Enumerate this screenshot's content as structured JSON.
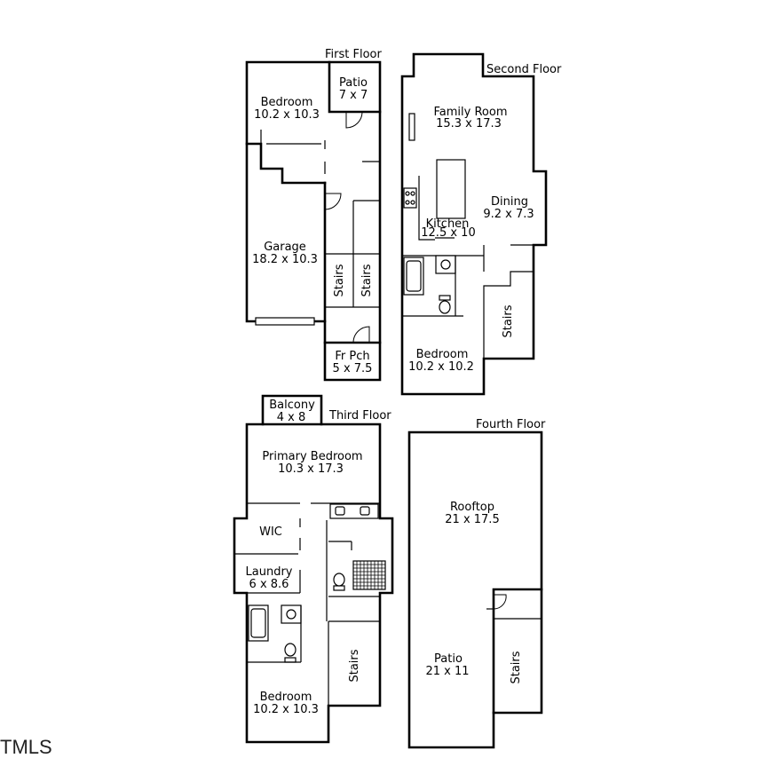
{
  "floors": {
    "first": "First Floor",
    "second": "Second Floor",
    "third": "Third Floor",
    "fourth": "Fourth Floor"
  },
  "rooms": {
    "f1_bedroom": {
      "name": "Bedroom",
      "size": "10.2 x 10.3"
    },
    "f1_patio": {
      "name": "Patio",
      "size": "7 x 7"
    },
    "f1_garage": {
      "name": "Garage",
      "size": "18.2 x 10.3"
    },
    "f1_stairs_a": "Stairs",
    "f1_stairs_b": "Stairs",
    "f1_porch": {
      "name": "Fr Pch",
      "size": "5 x 7.5"
    },
    "f2_family": {
      "name": "Family Room",
      "size": "15.3 x 17.3"
    },
    "f2_dining": {
      "name": "Dining",
      "size": "9.2 x 7.3"
    },
    "f2_kitchen": {
      "name": "Kitchen",
      "size": "12.5 x 10"
    },
    "f2_stairs": "Stairs",
    "f2_bedroom": {
      "name": "Bedroom",
      "size": "10.2 x 10.2"
    },
    "f3_balcony": {
      "name": "Balcony",
      "size": "4 x 8"
    },
    "f3_primary": {
      "name": "Primary Bedroom",
      "size": "10.3 x 17.3"
    },
    "f3_wic": "WIC",
    "f3_laundry": {
      "name": "Laundry",
      "size": "6 x 8.6"
    },
    "f3_stairs": "Stairs",
    "f3_bedroom": {
      "name": "Bedroom",
      "size": "10.2 x 10.3"
    },
    "f4_rooftop": {
      "name": "Rooftop",
      "size": "21 x 17.5"
    },
    "f4_patio": {
      "name": "Patio",
      "size": "21 x 11"
    },
    "f4_stairs": "Stairs"
  },
  "logo": "TMLS"
}
